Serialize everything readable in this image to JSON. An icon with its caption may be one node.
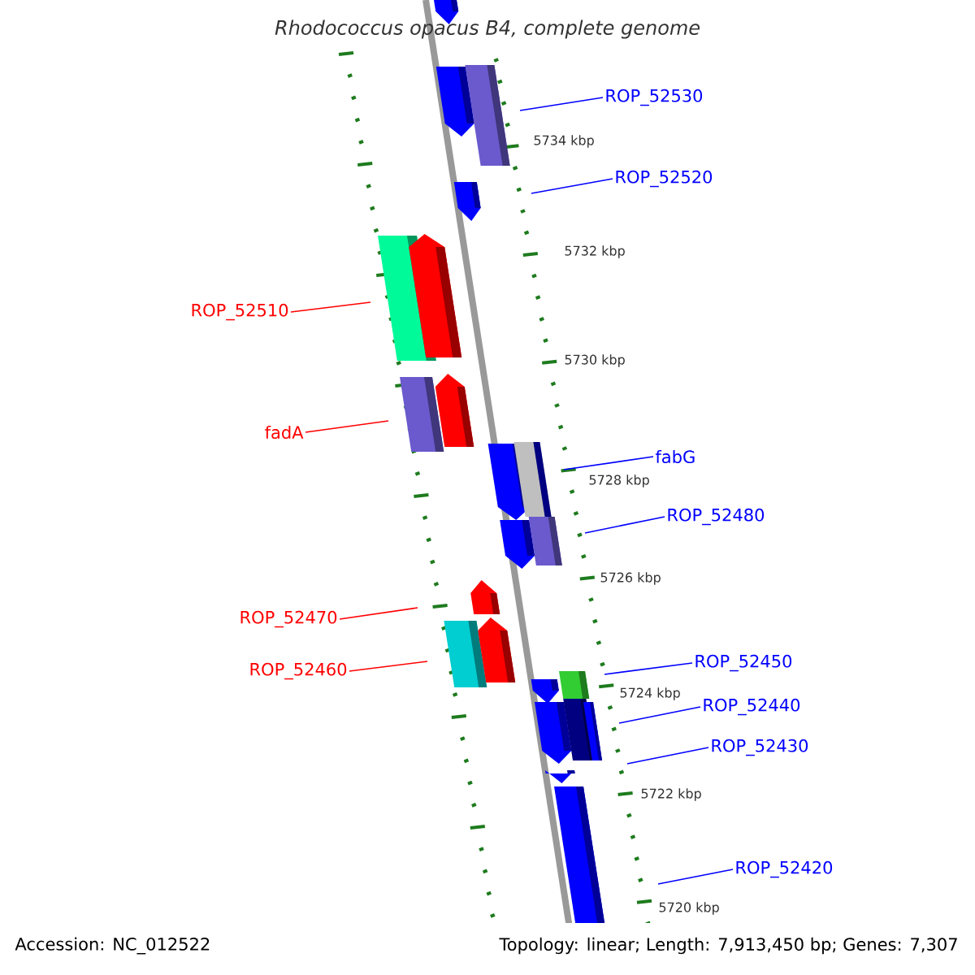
{
  "diagram": {
    "title": "Rhodococcus opacus B4, complete genome",
    "nodes": [
      {
        "text": [
          "ROP_52530"
        ]
      },
      {
        "text": [
          "ROP_52520"
        ]
      },
      {
        "text": [
          "ROP_52510"
        ]
      },
      {
        "text": [
          "fadA"
        ]
      },
      {
        "text": [
          "fabG"
        ]
      },
      {
        "text": [
          "ROP_52480"
        ]
      },
      {
        "text": [
          "ROP_52470"
        ]
      },
      {
        "text": [
          "ROP_52460"
        ]
      },
      {
        "text": [
          "ROP_52450"
        ]
      },
      {
        "text": [
          "ROP_52440"
        ]
      },
      {
        "text": [
          "ROP_52430"
        ]
      },
      {
        "text": [
          "ROP_52420"
        ]
      }
    ],
    "edges": [
      {
        "from": 0,
        "to": null,
        "arrow": "none"
      },
      {
        "from": 1,
        "to": null,
        "arrow": "none"
      },
      {
        "from": 2,
        "to": null,
        "arrow": "none",
        "color": "#ff0000"
      },
      {
        "from": 3,
        "to": null,
        "arrow": "none",
        "color": "#ff0000"
      },
      {
        "from": 4,
        "to": null,
        "arrow": "none"
      },
      {
        "from": 5,
        "to": null,
        "arrow": "none"
      },
      {
        "from": 6,
        "to": null,
        "arrow": "none",
        "color": "#ff0000"
      },
      {
        "from": 7,
        "to": null,
        "arrow": "none",
        "color": "#ff0000"
      },
      {
        "from": 8,
        "to": null,
        "arrow": "none"
      },
      {
        "from": 9,
        "to": null,
        "arrow": "none"
      },
      {
        "from": 10,
        "to": null,
        "arrow": "none"
      },
      {
        "from": 11,
        "to": null,
        "arrow": "none"
      }
    ],
    "labels": [
      "5734 kbp",
      "5732 kbp",
      "5730 kbp",
      "5728 kbp",
      "5726 kbp",
      "5724 kbp",
      "5722 kbp",
      "5720 kbp",
      "Accession: NC_012522",
      "Topology: linear; Length: 7,913,450 bp; Genes: 7,307"
    ]
  }
}
